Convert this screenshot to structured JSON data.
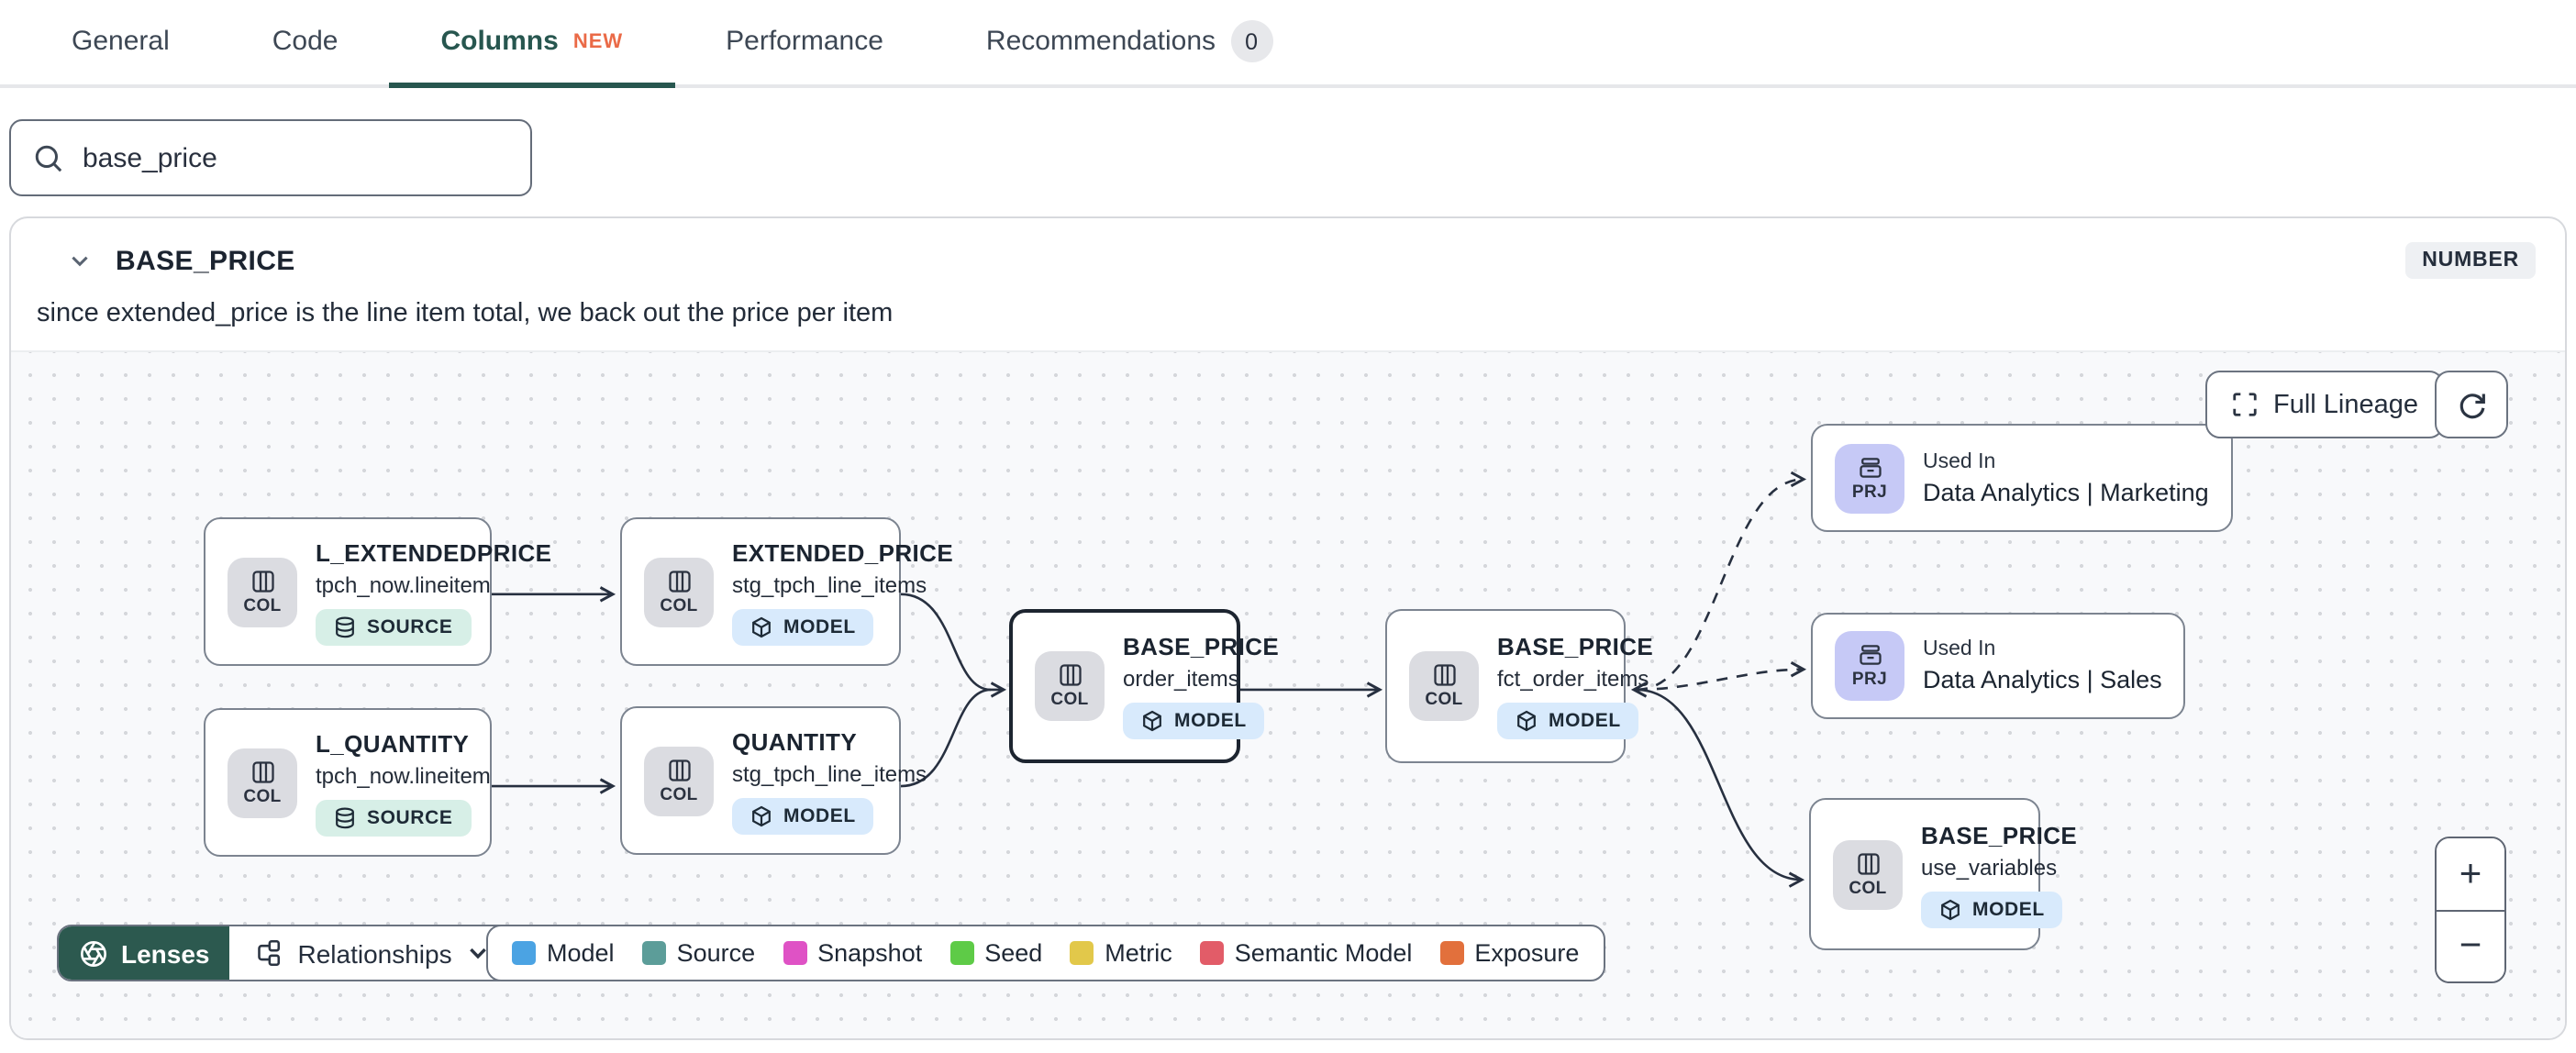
{
  "tabs": {
    "items": [
      {
        "label": "General"
      },
      {
        "label": "Code"
      },
      {
        "label": "Columns",
        "badge": "NEW",
        "active": true
      },
      {
        "label": "Performance"
      },
      {
        "label": "Recommendations",
        "badge": "0"
      }
    ]
  },
  "search": {
    "value": "base_price"
  },
  "column_panel": {
    "name": "BASE_PRICE",
    "type_badge": "NUMBER",
    "description": "since extended_price is the line item total, we back out the price per item"
  },
  "lineage": {
    "controls": {
      "full_lineage_label": "Full Lineage",
      "lenses_label": "Lenses",
      "relationships_label": "Relationships",
      "zoom_in": "+",
      "zoom_out": "−"
    },
    "nodes": [
      {
        "chip": "COL",
        "title": "L_EXTENDEDPRICE",
        "subtitle": "tpch_now.lineitem",
        "badge": "SOURCE"
      },
      {
        "chip": "COL",
        "title": "L_QUANTITY",
        "subtitle": "tpch_now.lineitem",
        "badge": "SOURCE"
      },
      {
        "chip": "COL",
        "title": "EXTENDED_PRICE",
        "subtitle": "stg_tpch_line_items",
        "badge": "MODEL"
      },
      {
        "chip": "COL",
        "title": "QUANTITY",
        "subtitle": "stg_tpch_line_items",
        "badge": "MODEL"
      },
      {
        "chip": "COL",
        "title": "BASE_PRICE",
        "subtitle": "order_items",
        "badge": "MODEL",
        "selected": true
      },
      {
        "chip": "COL",
        "title": "BASE_PRICE",
        "subtitle": "fct_order_items",
        "badge": "MODEL"
      },
      {
        "chip": "PRJ",
        "kicker": "Used In",
        "title": "Data Analytics | Marketing"
      },
      {
        "chip": "PRJ",
        "kicker": "Used In",
        "title": "Data Analytics | Sales"
      },
      {
        "chip": "COL",
        "title": "BASE_PRICE",
        "subtitle": "use_variables",
        "badge": "MODEL"
      }
    ],
    "legend": {
      "items": [
        {
          "label": "Model",
          "color": "#4BA3E3"
        },
        {
          "label": "Source",
          "color": "#5C9D99"
        },
        {
          "label": "Snapshot",
          "color": "#DF52C5"
        },
        {
          "label": "Seed",
          "color": "#5ECB47"
        },
        {
          "label": "Metric",
          "color": "#E2C84A"
        },
        {
          "label": "Semantic Model",
          "color": "#E25C68"
        },
        {
          "label": "Exposure",
          "color": "#E2703C"
        }
      ]
    }
  },
  "colors": {
    "accent_teal": "#27564F",
    "accent_orange": "#EA6A47",
    "lenses_bg": "#2C594F",
    "model_badge_bg": "#D8EAFC",
    "source_badge_bg": "#D7EFE7",
    "prj_chip_bg": "#C6C9F6",
    "col_chip_bg": "#DBDCE1"
  }
}
